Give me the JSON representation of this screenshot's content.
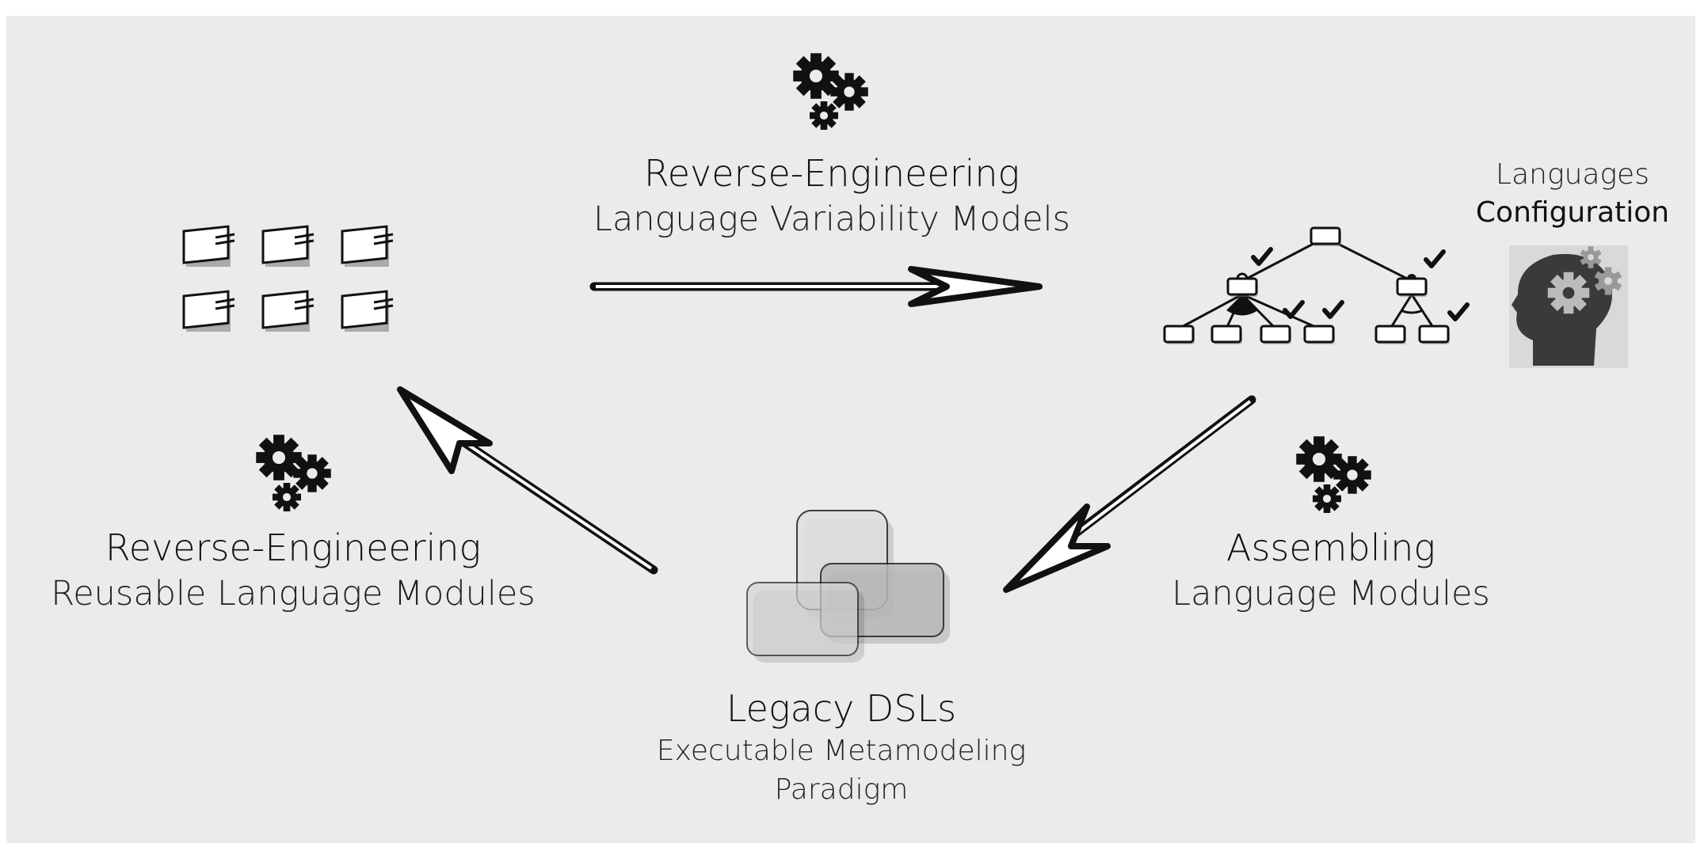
{
  "nodes": {
    "top": {
      "title": "Reverse-Engineering",
      "subtitle": "Language Variability Models"
    },
    "left": {
      "title": "Reverse-Engineering",
      "subtitle": "Reusable Language Modules"
    },
    "right": {
      "title": "Assembling",
      "subtitle": "Language Modules"
    },
    "bottom": {
      "title": "Legacy DSLs",
      "subtitle_line1": "Executable Metamodeling",
      "subtitle_line2": "Paradigm"
    },
    "config": {
      "line1": "Languages",
      "line2": "Configuration"
    }
  },
  "icons": [
    "gears-icon",
    "module-icon",
    "feature-model-icon",
    "head-gears-icon",
    "overlapping-squares-icon"
  ],
  "colors": {
    "background": "#ebebeb",
    "ink": "#111111"
  }
}
